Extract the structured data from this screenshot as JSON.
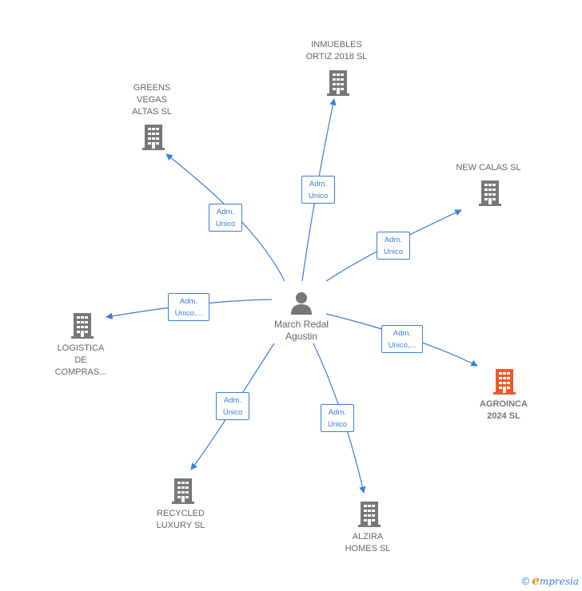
{
  "center": {
    "name": "March Redal\nAgustin"
  },
  "companies": {
    "inmuebles": {
      "name": "INMUEBLES\nORTIZ 2018  SL",
      "role": "Adm.\nUnico"
    },
    "greens": {
      "name": "GREENS\nVEGAS\nALTAS  SL",
      "role": "Adm.\nUnico"
    },
    "newcalas": {
      "name": "NEW CALAS  SL",
      "role": "Adm.\nUnico"
    },
    "logistica": {
      "name": "LOGISTICA\nDE\nCOMPRAS...",
      "role": "Adm.\nUnico,..."
    },
    "agroinca": {
      "name": "AGROINCA\n2024  SL",
      "role": "Adm.\nUnico,..."
    },
    "recycled": {
      "name": "RECYCLED\nLUXURY SL",
      "role": "Adm.\nUnico"
    },
    "alzira": {
      "name": "ALZIRA\nHOMES  SL",
      "role": "Adm.\nUnico"
    }
  },
  "colors": {
    "edge": "#3b7dd8",
    "building": "#777777",
    "highlight": "#f05a28"
  },
  "footer": {
    "copyright": "©",
    "brand_e": "e",
    "brand_rest": "mpresia"
  }
}
